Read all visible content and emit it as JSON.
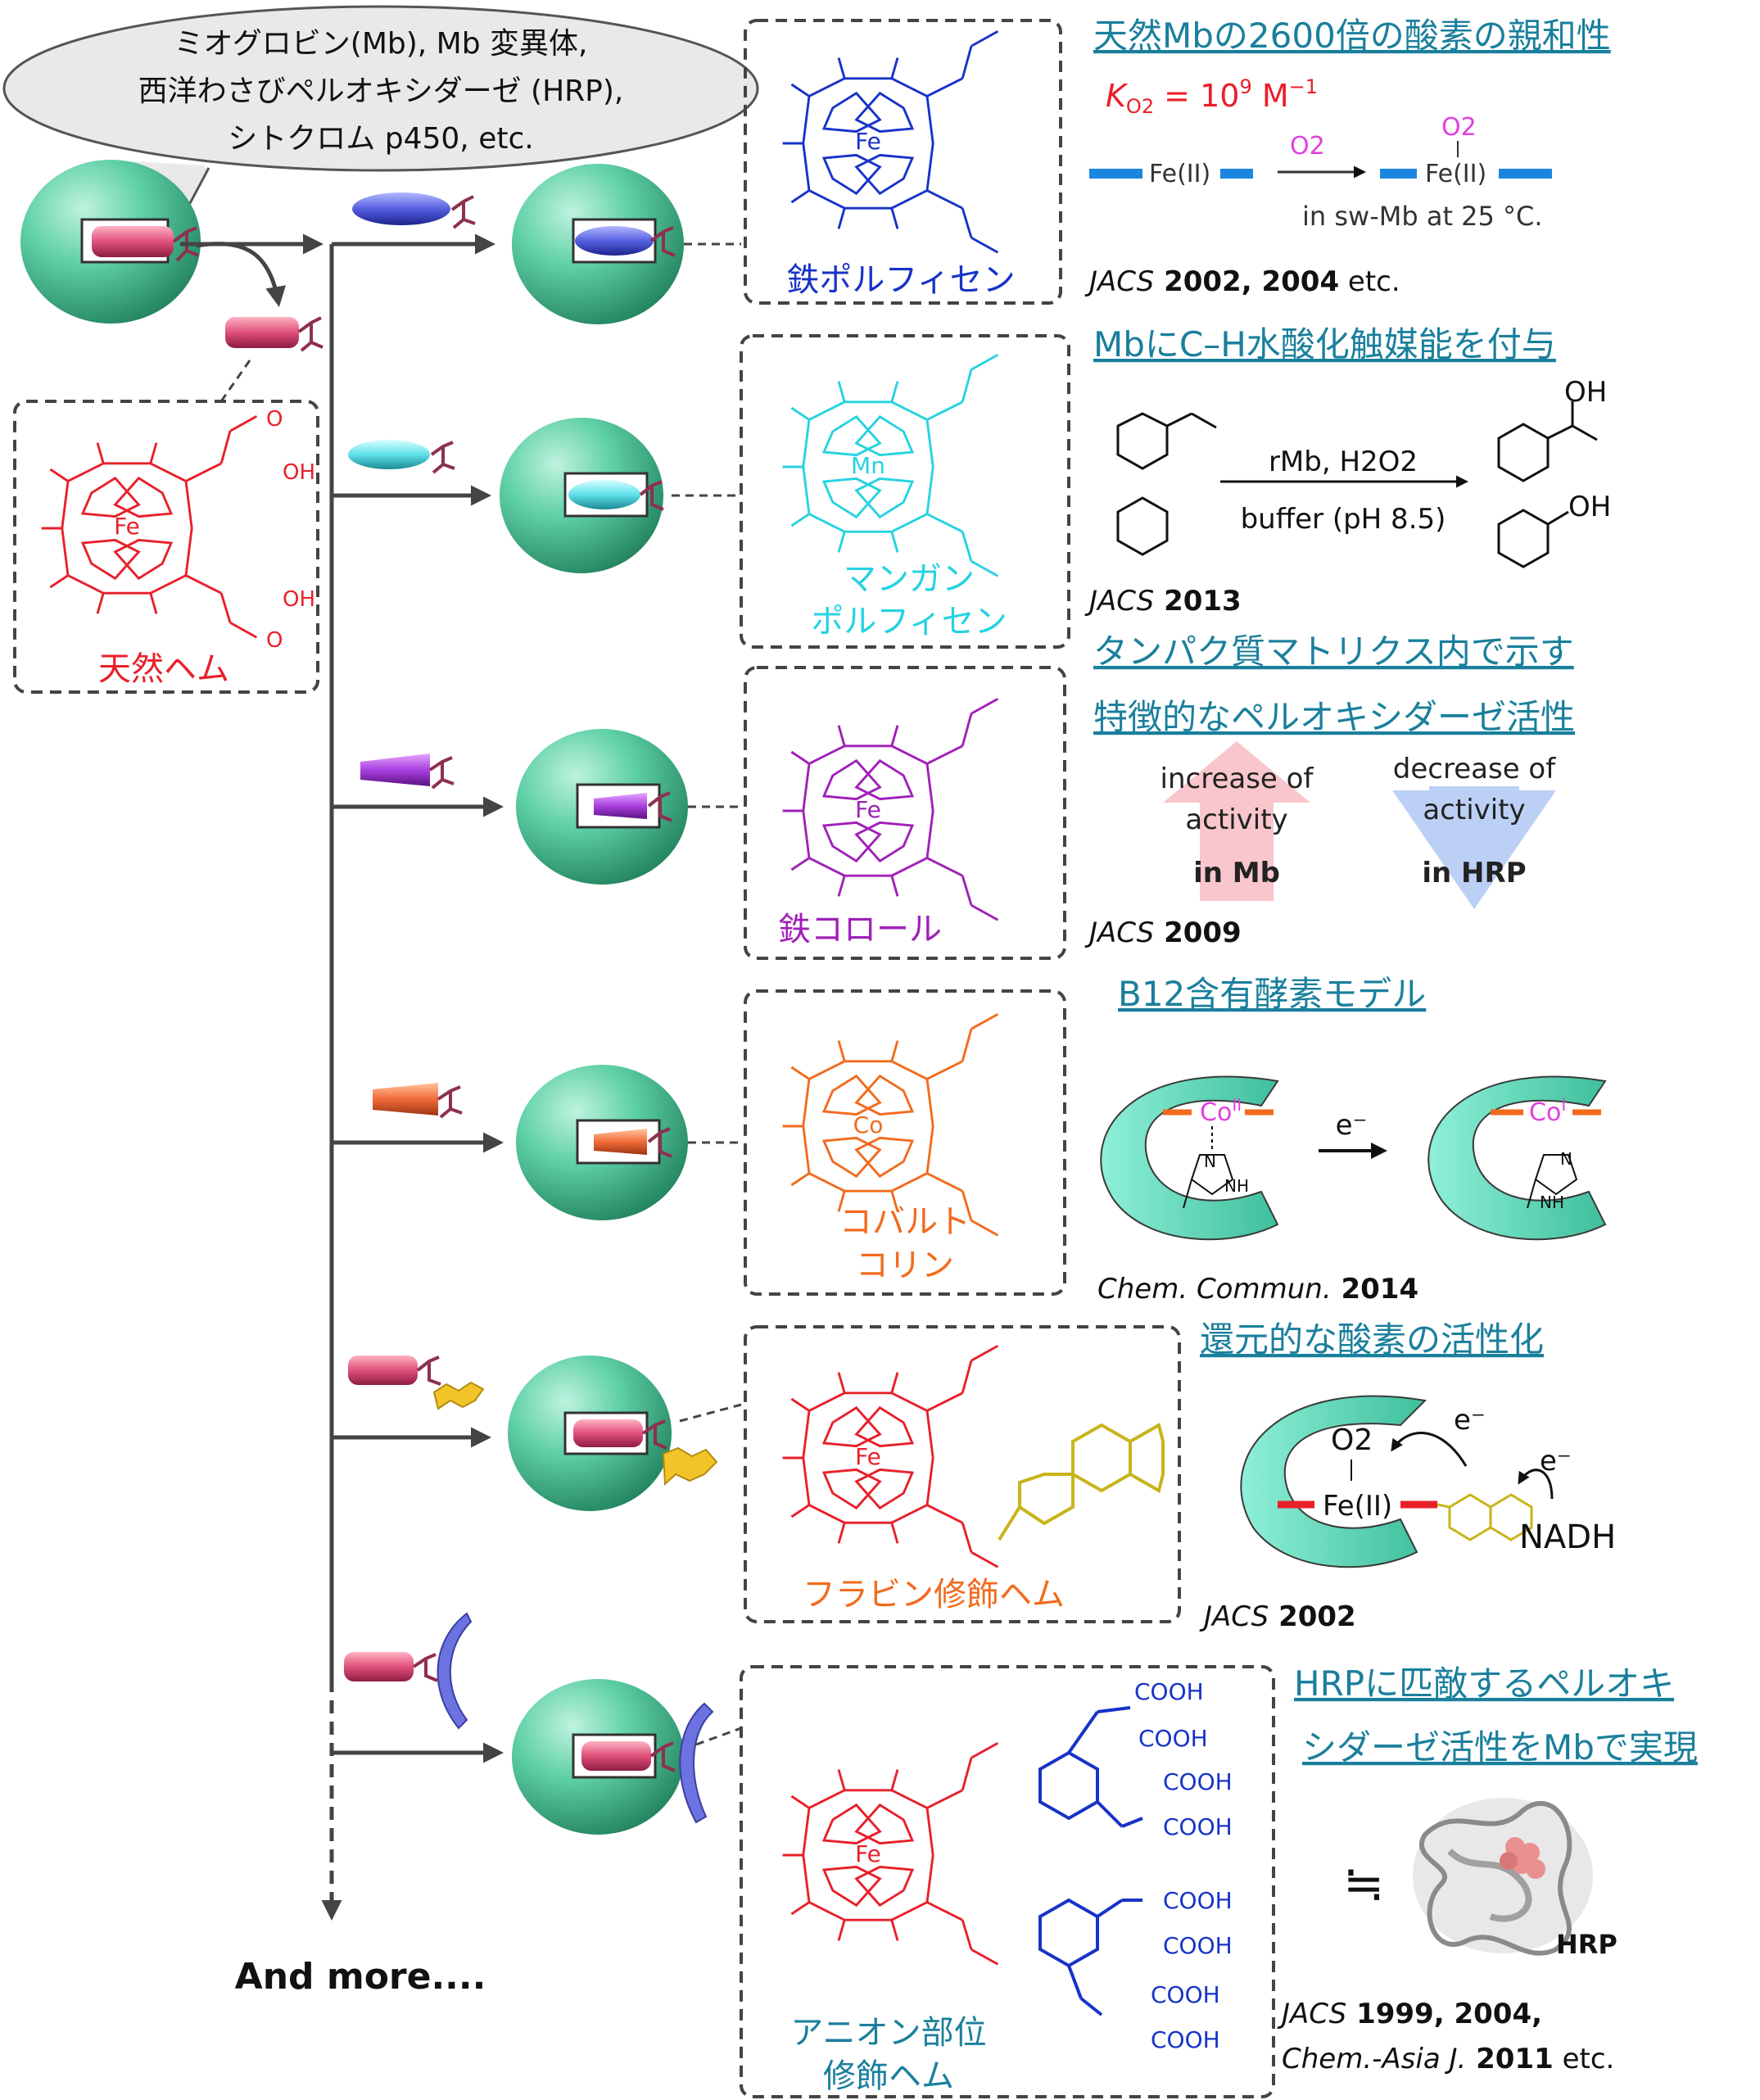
{
  "bubble": {
    "line1": "ミオグロビン(Mb), Mb 変異体,",
    "line2": "西洋わさびペルオキシダーゼ (HRP),",
    "line3": "シトクロム p450, etc."
  },
  "natural_heme": {
    "label": "天然ヘム",
    "metal": "Fe",
    "acid_label": "OH",
    "acid_o": "O"
  },
  "more": "And more....",
  "colors": {
    "protein": "#56c9a0",
    "natural": "#e8202a",
    "iron_porphycene": "#1733c8",
    "mn_porphycene": "#26d3e0",
    "corrole": "#a020b8",
    "corrin": "#f26b1d",
    "flavin": "#c8b41a",
    "anion": "#1733c8",
    "heading": "#1a7f9c"
  },
  "rows": [
    {
      "name": "iron-porphycene",
      "cofactor_label": "鉄ポルフィセン",
      "metal": "Fe",
      "heading": "天然Mbの2600倍の酸素の親和性",
      "k_value": "K",
      "k_sub": "O2",
      "k_rest": " = 10",
      "k_sup": "9",
      "k_unit": " M",
      "k_unit_sup": "−1",
      "o2": "O2",
      "fe_ii": "Fe(II)",
      "cond": "in sw-Mb at 25 °C.",
      "ref_journal": "JACS",
      "ref_years": " 2002, 2004",
      "ref_tail": " etc."
    },
    {
      "name": "manganese-porphycene",
      "cofactor_label1": "マンガン",
      "cofactor_label2": "ポルフィセン",
      "metal": "Mn",
      "heading": "MbにC–H水酸化触媒能を付与",
      "reagent": "rMb, H2O2",
      "buffer": "buffer (pH 8.5)",
      "oh": "OH",
      "ref_journal": "JACS",
      "ref_years": " 2013"
    },
    {
      "name": "iron-corrole",
      "cofactor_label": "鉄コロール",
      "metal": "Fe",
      "heading1": "タンパク質マトリクス内で示す",
      "heading2": "特徴的なペルオキシダーゼ活性",
      "increase1": "increase of",
      "increase2": "activity",
      "increase3": "in Mb",
      "decrease1": "decrease of",
      "decrease2": "activity",
      "decrease3": "in HRP",
      "ref_journal": "JACS",
      "ref_years": " 2009"
    },
    {
      "name": "cobalt-corrin",
      "cofactor_label1": "コバルト",
      "cofactor_label2": "コリン",
      "metal": "Co",
      "heading": "B12含有酵素モデル",
      "co_ii": "Co",
      "co_ii_sup": "II",
      "co_i": "Co",
      "co_i_sup": "I",
      "electron": "e⁻",
      "nh": "NH",
      "n": "N",
      "ref_journal": "Chem. Commun.",
      "ref_years": " 2014"
    },
    {
      "name": "flavin-heme",
      "cofactor_label": "フラビン修飾ヘム",
      "metal": "Fe",
      "heading": "還元的な酸素の活性化",
      "o2": "O2",
      "fe_ii": "Fe(II)",
      "electron": "e⁻",
      "nadh": "NADH",
      "ref_journal": "JACS",
      "ref_years": " 2002"
    },
    {
      "name": "anion-heme",
      "cofactor_label1": "アニオン部位",
      "cofactor_label2": "修飾ヘム",
      "metal": "Fe",
      "cooh": "COOH",
      "heading1": "HRPに匹敵するペルオキ",
      "heading2": "シダーゼ活性をMbで実現",
      "approx": "≒",
      "hrp": "HRP",
      "ref1_journal": "JACS",
      "ref1_years": " 1999, 2004,",
      "ref2_journal": "Chem.-Asia J.",
      "ref2_years": " 2011",
      "ref2_tail": " etc."
    }
  ]
}
